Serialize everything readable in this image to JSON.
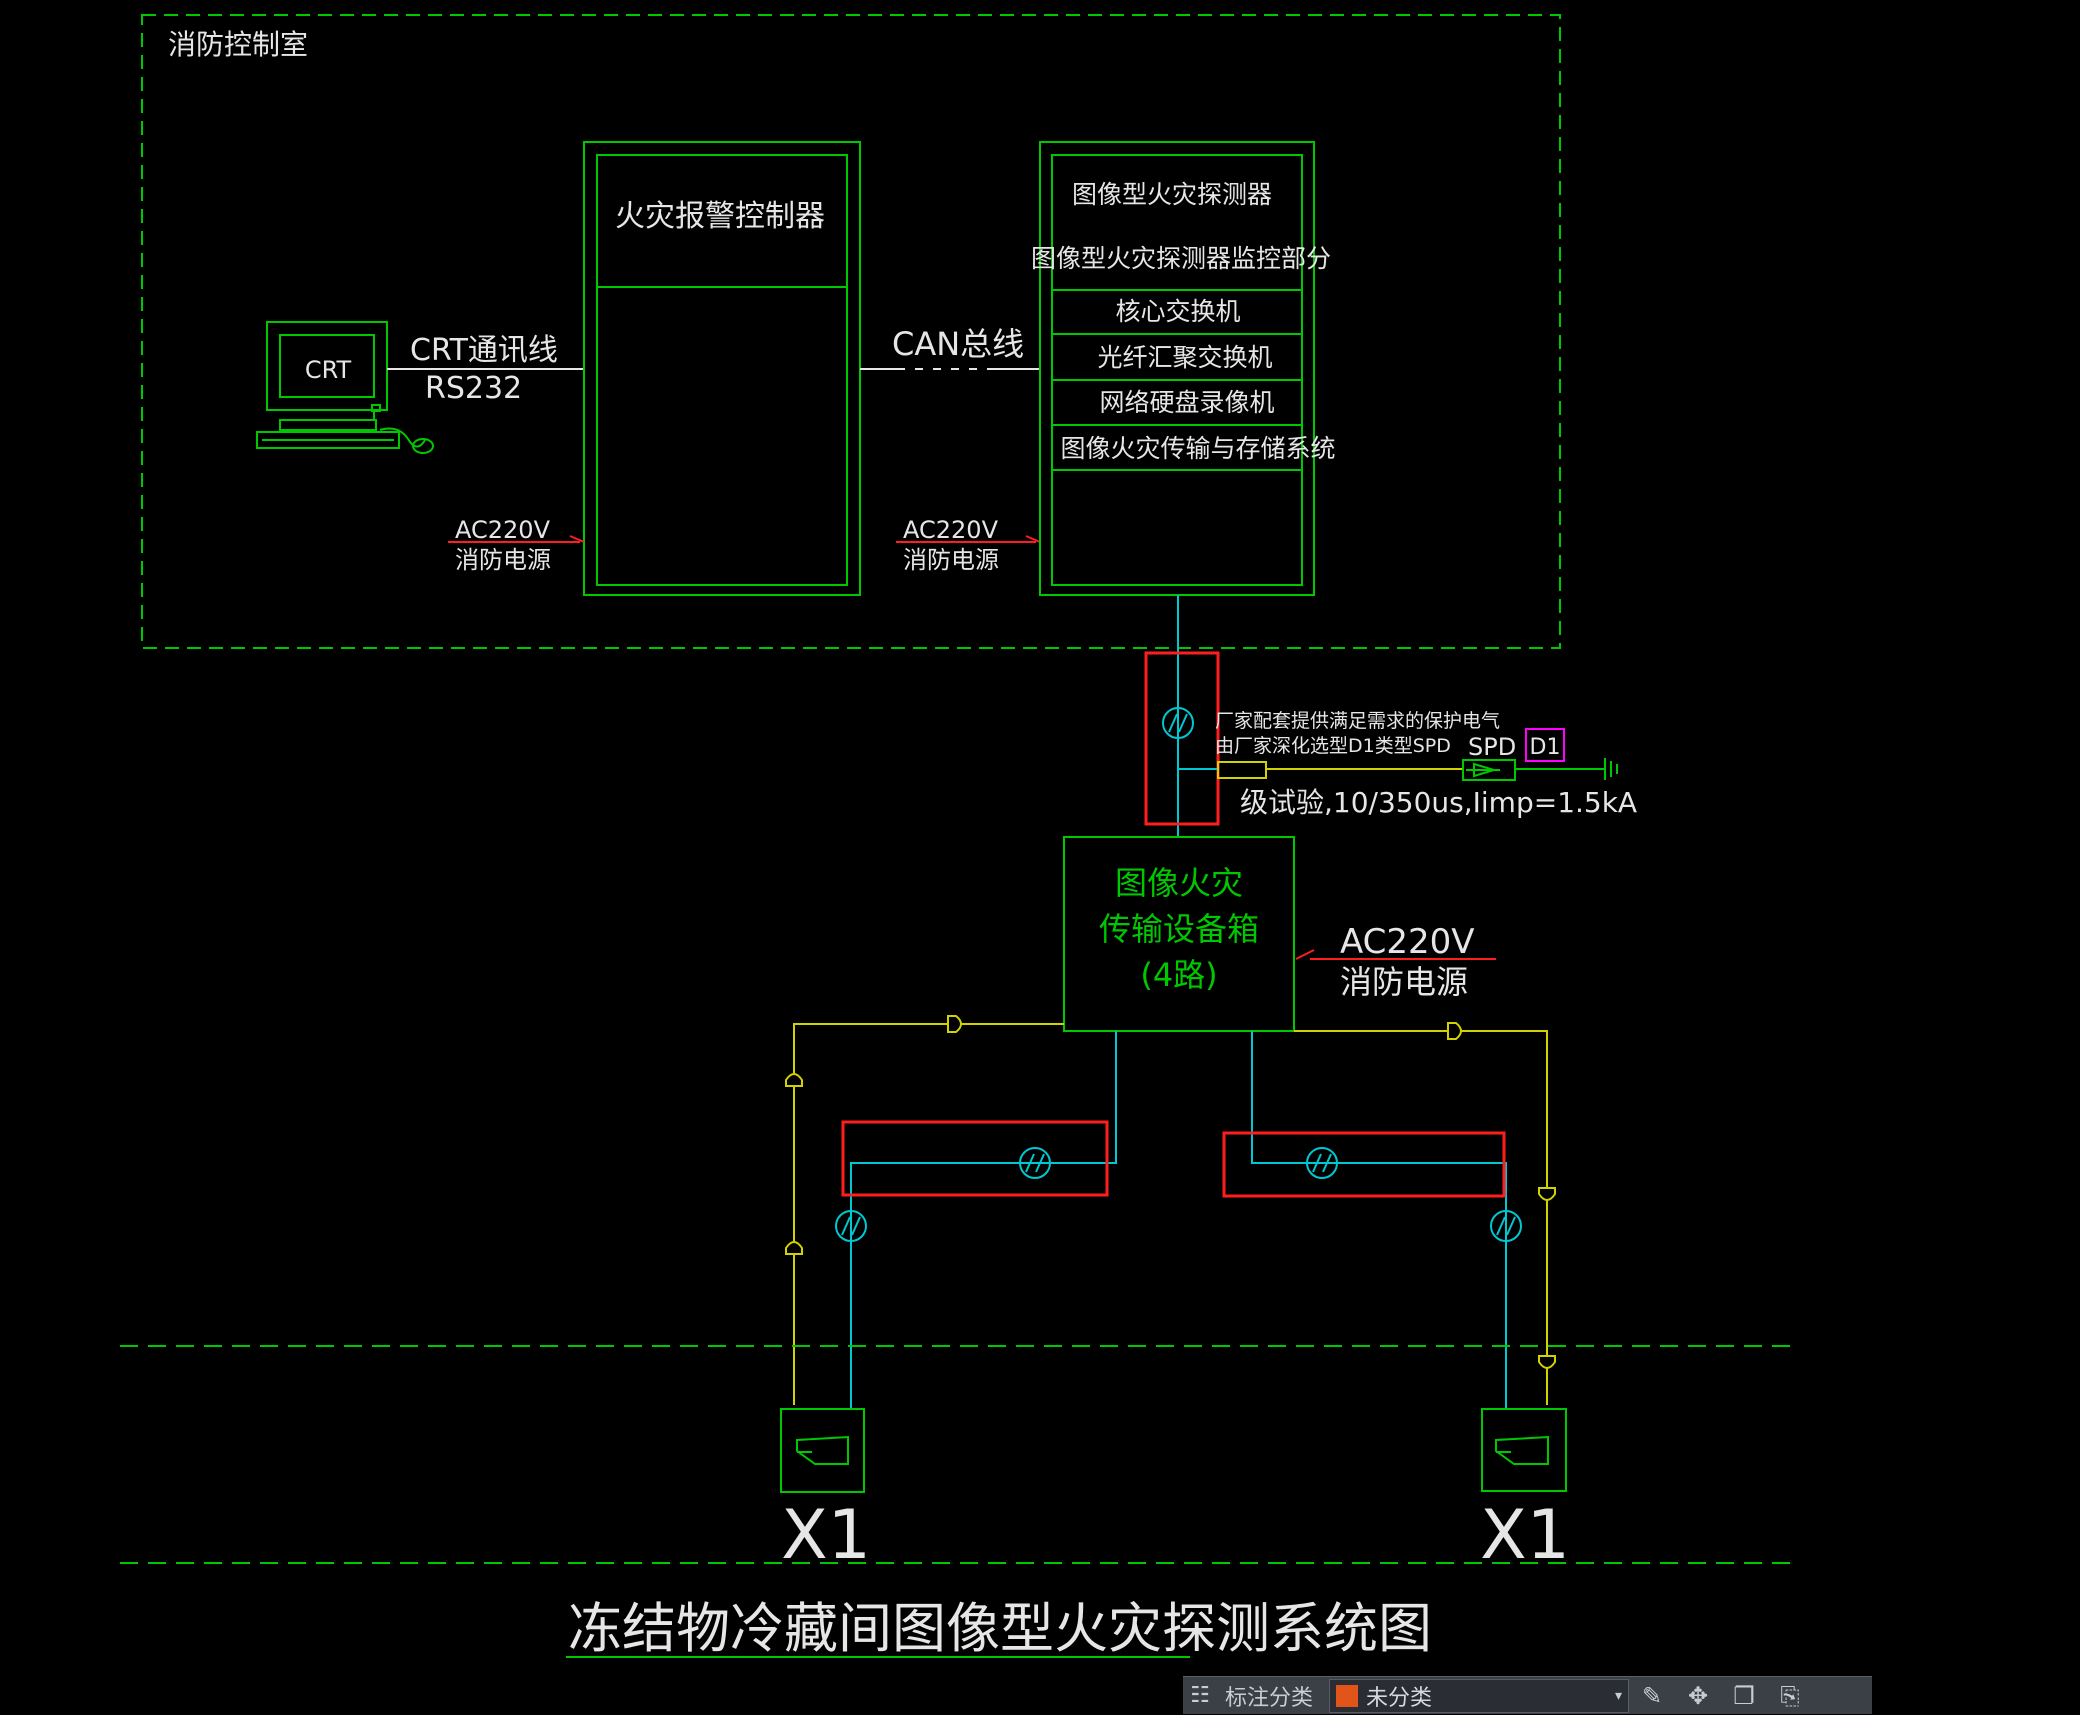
{
  "control_room": {
    "label": "消防控制室"
  },
  "crt": {
    "screen_label": "CRT",
    "line_label_1": "CRT通讯线",
    "line_label_2": "RS232"
  },
  "alarm_controller": {
    "title": "火灾报警控制器"
  },
  "can_bus": {
    "label": "CAN总线"
  },
  "power_left": {
    "line1": "AC220V",
    "line2": "消防电源"
  },
  "power_middle": {
    "line1": "AC220V",
    "line2": "消防电源"
  },
  "power_box": {
    "line1": "AC220V",
    "line2": "消防电源"
  },
  "detector_cabinet": {
    "title": "图像型火灾探测器",
    "rows": [
      "图像型火灾探测器监控部分",
      "核心交换机",
      "光纤汇聚交换机",
      "网络硬盘录像机",
      "图像火灾传输与存储系统"
    ]
  },
  "spd": {
    "note_line1": "厂家配套提供满足需求的保护电气",
    "note_line2": "由厂家深化选型D1类型SPD",
    "label": "SPD",
    "tag": "D1",
    "test_spec": "级试验,10/350us,Iimp=1.5kA"
  },
  "transmission_box": {
    "line1": "图像火灾",
    "line2": "传输设备箱",
    "line3": "(4路)"
  },
  "cameras": [
    {
      "label": "X1"
    },
    {
      "label": "X1"
    }
  ],
  "drawing_title": "冻结物冷藏间图像型火灾探测系统图",
  "colors": {
    "green": "#00c800",
    "yellow": "#d2d200",
    "cyan": "#00c8d2",
    "red": "#ff1e1e",
    "white": "#e6e6e6",
    "magenta": "#ff00ff"
  },
  "toolbar": {
    "grip_icon": "grip-icon",
    "category_label": "标注分类",
    "category_value": "未分类",
    "category_color": "#e2541a",
    "tools": [
      "edit-icon",
      "move-icon",
      "copy-icon",
      "paste-icon"
    ]
  }
}
